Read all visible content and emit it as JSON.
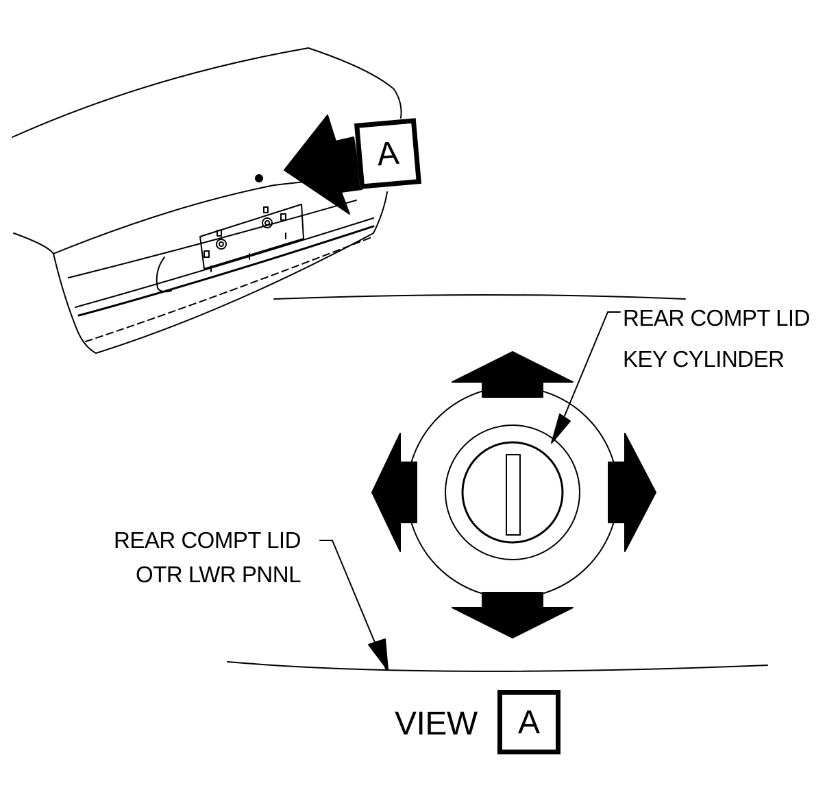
{
  "diagram": {
    "callout_letter": "A",
    "view_word": "VIEW",
    "view_letter": "A",
    "labels": {
      "key_cylinder_line1": "REAR COMPT LID",
      "key_cylinder_line2": "KEY CYLINDER",
      "panel_line1": "REAR COMPT LID",
      "panel_line2": "OTR LWR PNNL"
    },
    "arrows": [
      "up",
      "down",
      "left",
      "right"
    ]
  }
}
